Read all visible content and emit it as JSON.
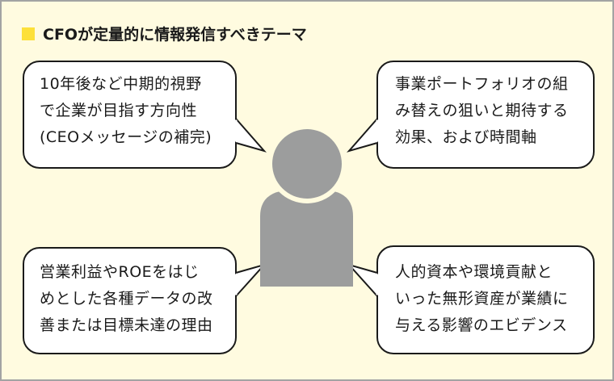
{
  "title": "CFOが定量的に情報発信すべきテーマ",
  "colors": {
    "background": "#fffbe0",
    "accent": "#fde03a",
    "person": "#9c9d9d",
    "border": "#a3a3a3"
  },
  "bubbles": [
    {
      "position": "top-left",
      "lines": [
        "10年後など中期的視野",
        "で企業が目指す方向性",
        "(CEOメッセージの補完)"
      ]
    },
    {
      "position": "top-right",
      "lines": [
        "事業ポートフォリオの組",
        "み替えの狙いと期待する",
        "効果、および時間軸"
      ]
    },
    {
      "position": "bottom-left",
      "lines": [
        "営業利益やROEをはじ",
        "めとした各種データの改",
        "善または目標未達の理由"
      ]
    },
    {
      "position": "bottom-right",
      "lines": [
        "人的資本や環境貢献と",
        "いった無形資産が業績に",
        "与える影響のエビデンス"
      ]
    }
  ]
}
